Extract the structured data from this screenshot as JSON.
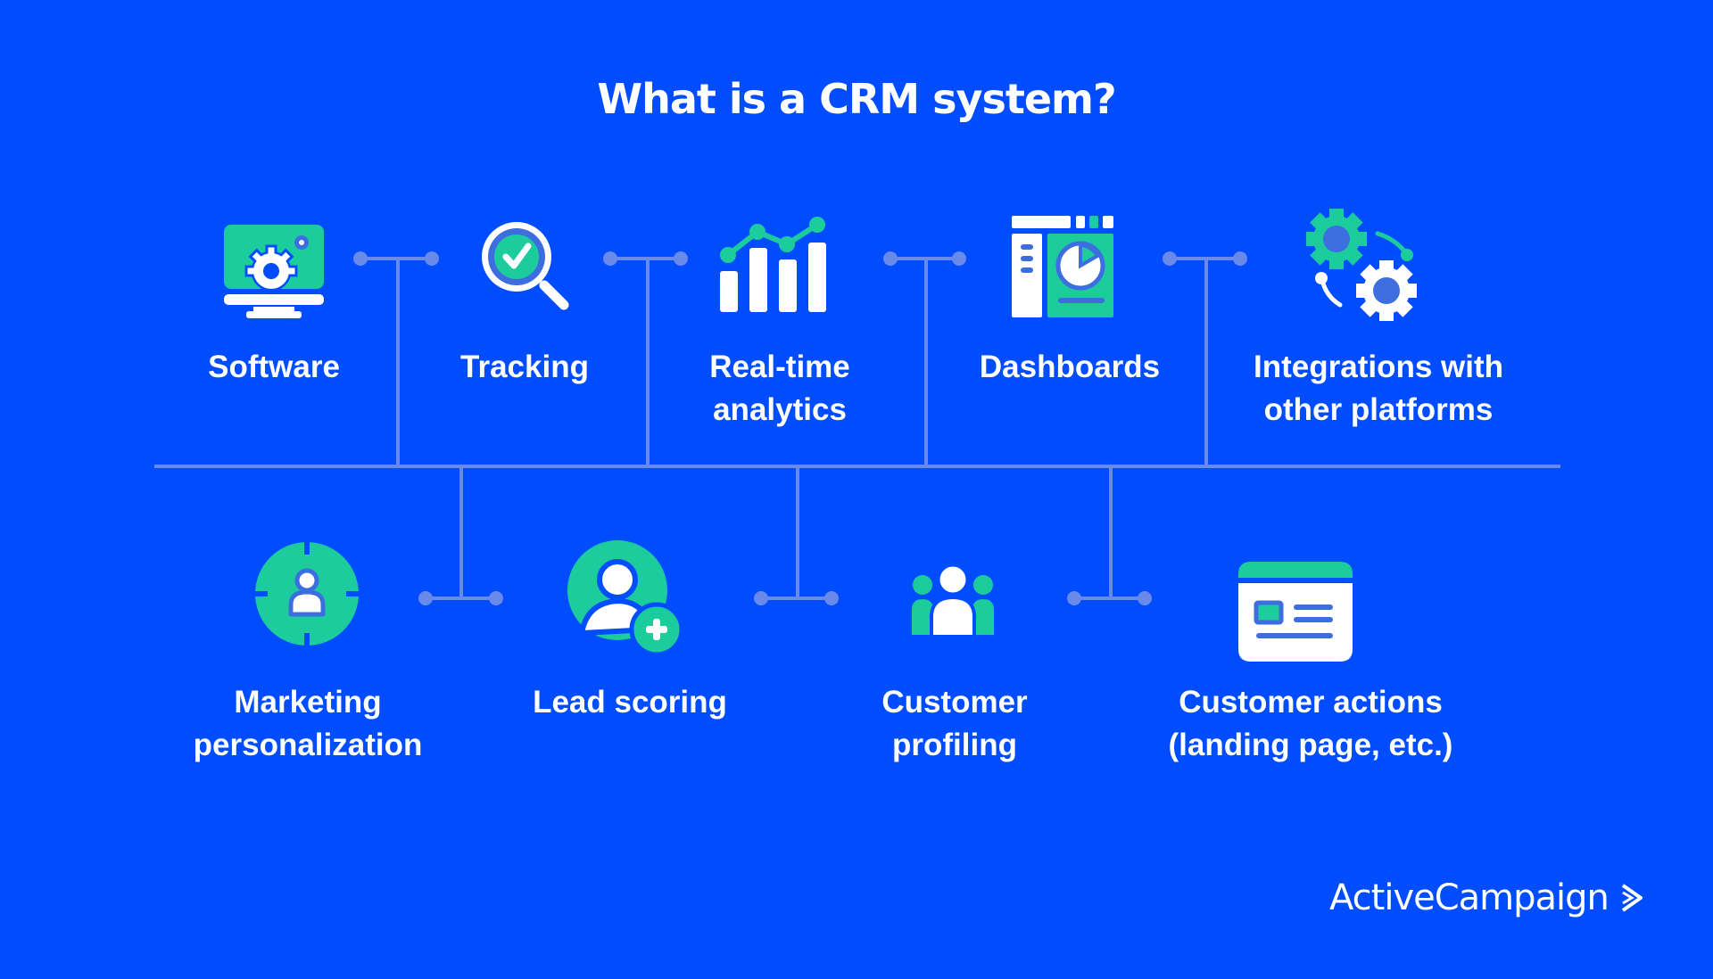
{
  "title": "What is a CRM system?",
  "colors": {
    "background": "#004cff",
    "accent_green": "#1ccc9c",
    "connector": "#6a8aeb",
    "icon_blue": "#3d6ee0",
    "text": "#ffffff"
  },
  "top_row": [
    {
      "label_line1": "Software",
      "label_line2": "",
      "icon": "monitor-gear-icon"
    },
    {
      "label_line1": "Tracking",
      "label_line2": "",
      "icon": "magnifier-check-icon"
    },
    {
      "label_line1": "Real-time",
      "label_line2": "analytics",
      "icon": "bar-line-chart-icon"
    },
    {
      "label_line1": "Dashboards",
      "label_line2": "",
      "icon": "dashboard-window-icon"
    },
    {
      "label_line1": "Integrations with",
      "label_line2": "other platforms",
      "icon": "gears-sync-icon"
    }
  ],
  "bottom_row": [
    {
      "label_line1": "Marketing",
      "label_line2": "personalization",
      "icon": "target-person-icon"
    },
    {
      "label_line1": "Lead scoring",
      "label_line2": "",
      "icon": "user-add-icon"
    },
    {
      "label_line1": "Customer",
      "label_line2": "profiling",
      "icon": "user-group-icon"
    },
    {
      "label_line1": "Customer actions",
      "label_line2": "(landing page, etc.)",
      "icon": "landing-page-icon"
    }
  ],
  "brand": {
    "name": "ActiveCampaign",
    "mark": "chevron-right-icon"
  }
}
